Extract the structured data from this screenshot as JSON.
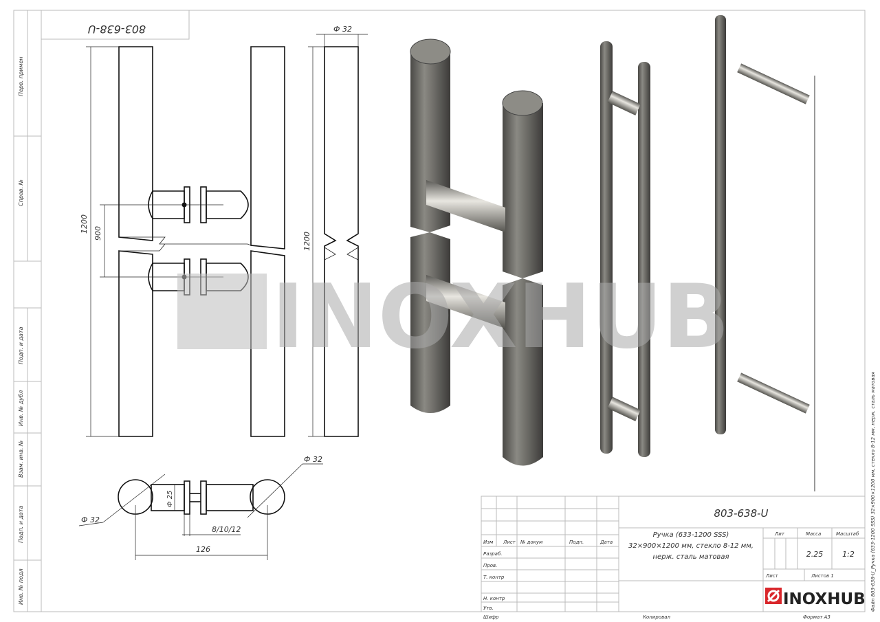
{
  "drawing_number": "803-638-U",
  "mirrored_number": "803-638-U",
  "sidebar": [
    "Перв. примен",
    "Справ. №",
    "Подп. и дата",
    "Инв. № дубл",
    "Взам. инв. №",
    "Подп. и дата",
    "Инв. № подл"
  ],
  "dimensions": {
    "height_1": "1200",
    "spacing": "900",
    "height_2": "1200",
    "dia_top": "Ф 32",
    "dia_left": "Ф 32",
    "dia_right": "Ф 32",
    "dia_25": "Ф 25",
    "glass": "8/10/12",
    "length": "126"
  },
  "watermark": "INOXHUB",
  "title_block": {
    "headers": [
      "Изм",
      "Лист",
      "№ докум",
      "Подп.",
      "Дата"
    ],
    "roles": [
      "Разраб.",
      "Пров.",
      "Т. контр",
      "",
      "Н. контр",
      "Утв."
    ],
    "description": [
      "Ручка (633-1200 SSS)",
      "32×900×1200 мм, стекло 8-12 мм,",
      "нерж. сталь матовая"
    ],
    "lit_label": "Лит",
    "mass_label": "Масса",
    "scale_label": "Масштаб",
    "mass": "2.25",
    "scale": "1:2",
    "sheet_label": "Лист",
    "sheets_label": "Листов 1",
    "logo": "INOXHUB",
    "footer": {
      "cipher": "Шифр",
      "copied": "Копировал",
      "format": "Формат А3"
    }
  },
  "side_file_note": "Файл 803-638-U_Ручка (633-1200 SSS) 32×900×1200 мм, стекло 8-12 мм, нерж. сталь матовая",
  "colors": {
    "logo_red": "#d9262b",
    "steel": "#6b6a66"
  }
}
